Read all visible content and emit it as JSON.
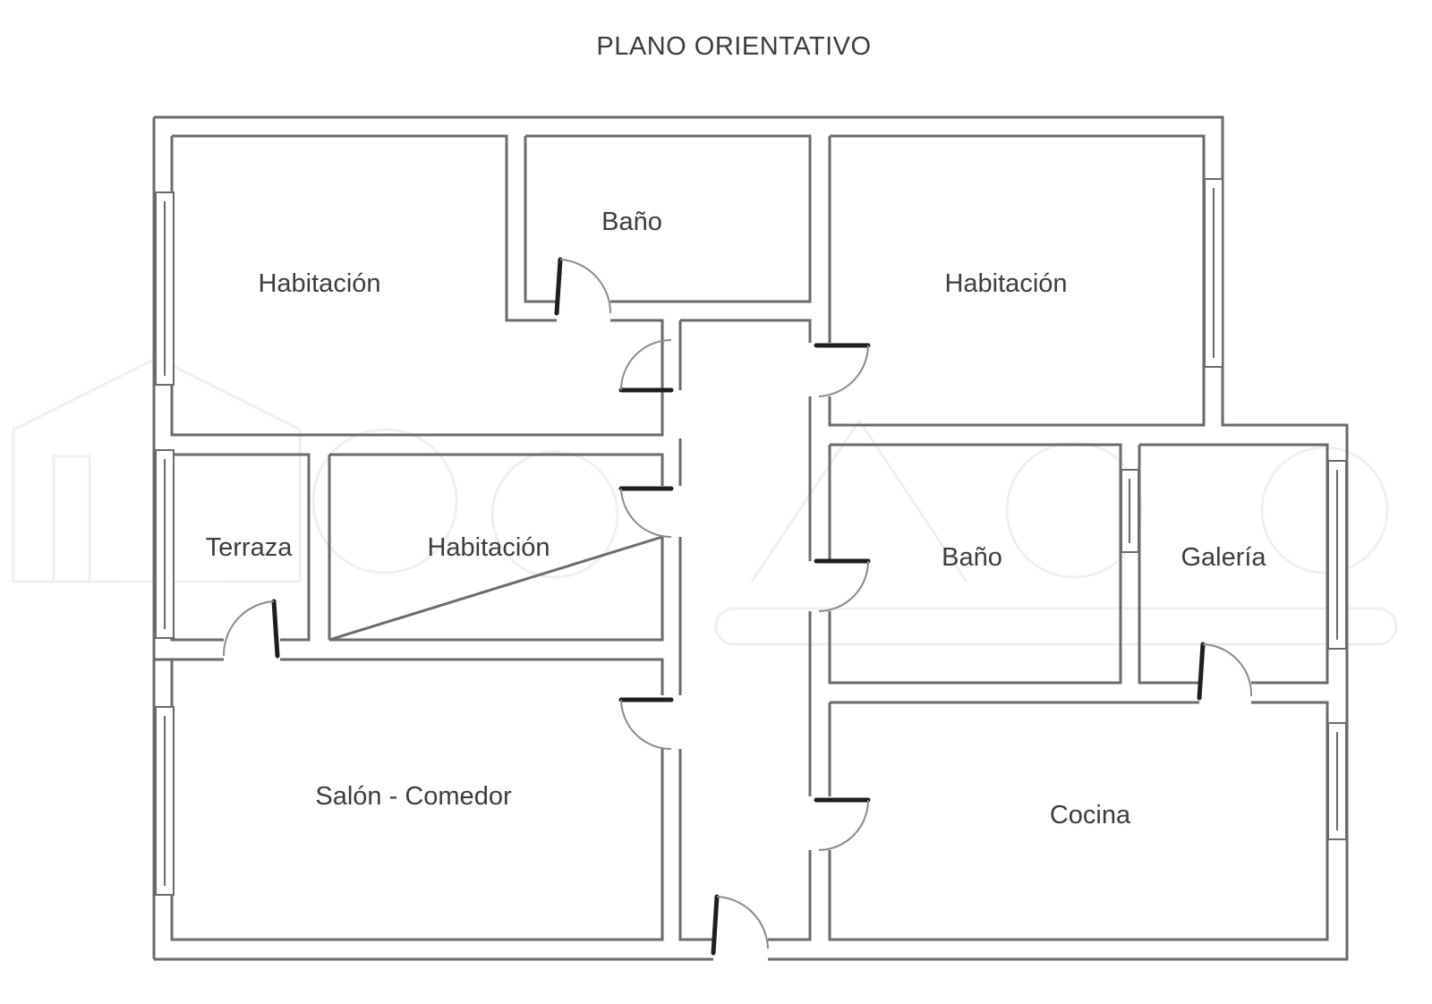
{
  "title": "PLANO ORIENTATIVO",
  "rooms": {
    "habitacion_1": "Habitación",
    "bano_1": "Baño",
    "habitacion_2": "Habitación",
    "terraza": "Terraza",
    "habitacion_3": "Habitación",
    "bano_2": "Baño",
    "galeria": "Galería",
    "salon_comedor": "Salón - Comedor",
    "cocina": "Cocina"
  },
  "colors": {
    "walls": "#6a6a6a",
    "doors": "#1e1e1e",
    "text": "#3c3c3c",
    "background": "#ffffff"
  }
}
